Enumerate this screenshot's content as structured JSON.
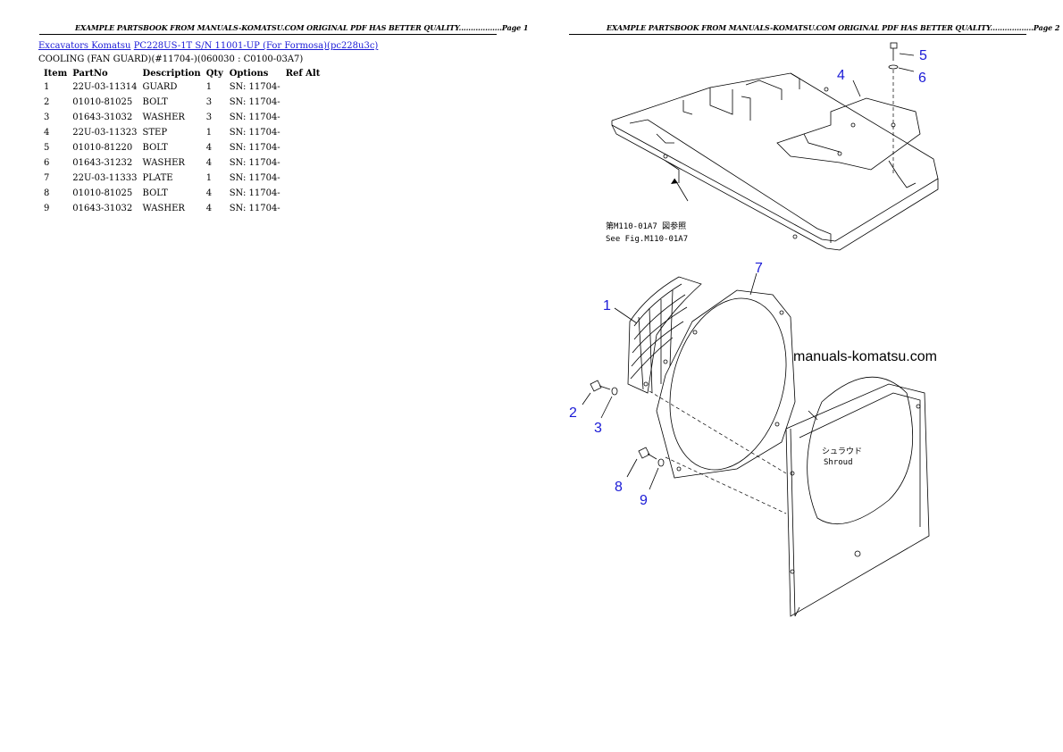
{
  "header": {
    "page1": "EXAMPLE PARTSBOOK FROM MANUALS-KOMATSU.COM ORIGINAL PDF HAS BETTER QUALITY..................Page 1",
    "page2": "EXAMPLE PARTSBOOK FROM MANUALS-KOMATSU.COM ORIGINAL PDF HAS BETTER QUALITY..................Page 2"
  },
  "breadcrumb": {
    "link1": "Excavators Komatsu",
    "link2": "PC228US-1T S/N 11001-UP (For Formosa)(pc228u3c)"
  },
  "subtitle": "COOLING (FAN GUARD)(#11704-)(060030 : C0100-03A7)",
  "table": {
    "headers": [
      "Item",
      "PartNo",
      "Description",
      "Qty",
      "Options",
      "Ref Alt"
    ],
    "rows": [
      {
        "item": "1",
        "partno": "22U-03-11314",
        "desc": "GUARD",
        "qty": "1",
        "options": "SN: 11704-"
      },
      {
        "item": "2",
        "partno": "01010-81025",
        "desc": "BOLT",
        "qty": "3",
        "options": "SN: 11704-"
      },
      {
        "item": "3",
        "partno": "01643-31032",
        "desc": "WASHER",
        "qty": "3",
        "options": "SN: 11704-"
      },
      {
        "item": "4",
        "partno": "22U-03-11323",
        "desc": "STEP",
        "qty": "1",
        "options": "SN: 11704-"
      },
      {
        "item": "5",
        "partno": "01010-81220",
        "desc": "BOLT",
        "qty": "4",
        "options": "SN: 11704-"
      },
      {
        "item": "6",
        "partno": "01643-31232",
        "desc": "WASHER",
        "qty": "4",
        "options": "SN: 11704-"
      },
      {
        "item": "7",
        "partno": "22U-03-11333",
        "desc": "PLATE",
        "qty": "1",
        "options": "SN: 11704-"
      },
      {
        "item": "8",
        "partno": "01010-81025",
        "desc": "BOLT",
        "qty": "4",
        "options": "SN: 11704-"
      },
      {
        "item": "9",
        "partno": "01643-31032",
        "desc": "WASHER",
        "qty": "4",
        "options": "SN: 11704-"
      }
    ]
  },
  "diagram": {
    "callouts": [
      "1",
      "2",
      "3",
      "4",
      "5",
      "6",
      "7",
      "8",
      "9"
    ],
    "watermark": "manuals-komatsu.com",
    "ref_jp": "第M110-01A7 図参照",
    "ref_en": "See Fig.M110-01A7",
    "shroud_jp": "シュラウド",
    "shroud_en": "Shroud",
    "colors": {
      "callout": "#1a1ad6",
      "link": "#1a1ad6"
    }
  }
}
